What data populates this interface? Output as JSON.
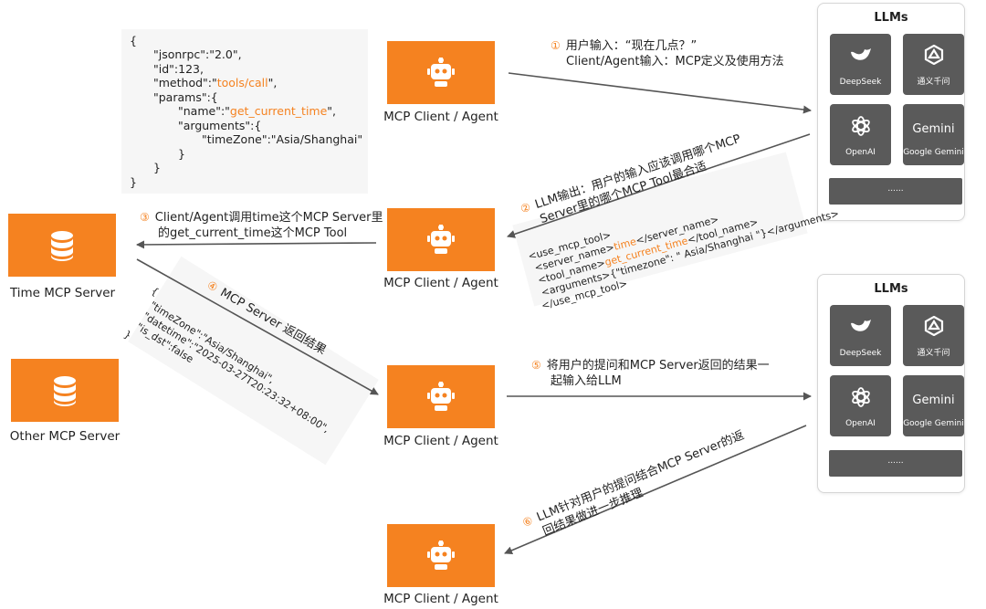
{
  "code_block": {
    "open": "{",
    "jsonrpc_key": "\"jsonrpc\":",
    "jsonrpc_val": "\"2.0\",",
    "id": "\"id\":123,",
    "method_key": "\"method\":",
    "method_val_q1": "\"",
    "method_val": "tools/call",
    "method_val_q2": "\",",
    "params": "\"params\":{",
    "name_key": "\"name\":\"",
    "name_val": "get_current_time",
    "name_end": "\",",
    "arguments": "\"arguments\":{",
    "timezone": "\"timeZone\":\"Asia/Shanghai\"",
    "close1": "}",
    "close2": "}",
    "close3": "}"
  },
  "agents": {
    "label": "MCP Client / Agent"
  },
  "servers": [
    {
      "label": "Time MCP Server"
    },
    {
      "label": "Other MCP Server"
    }
  ],
  "llm_panels": {
    "title": "LLMs",
    "tiles": [
      {
        "label": "DeepSeek",
        "icon": "deepseek-whale-icon"
      },
      {
        "label": "通义千问",
        "icon": "qwen-icon"
      },
      {
        "label": "OpenAI",
        "icon": "openai-icon"
      },
      {
        "label": "Google Gemini",
        "icon": "gemini-icon",
        "wordmark": "Gemini"
      }
    ],
    "more": "......"
  },
  "steps": {
    "s1_num": "①",
    "s1_line1": "用户输入：“现在几点？”",
    "s1_line2": "Client/Agent输入：MCP定义及使用方法",
    "s2_num": "②",
    "s2_line1": "LLM输出：用户的输入应该调用哪个MCP",
    "s2_line2": "Server里的哪个MCP Tool最合适",
    "s3_num": "③",
    "s3_line1": "Client/Agent调用time这个MCP Server里",
    "s3_line2": "的get_current_time这个MCP Tool",
    "s4_num": "④",
    "s4_line1": "MCP Server 返回结果",
    "s5_num": "⑤",
    "s5_line1": "将用户的提问和MCP Server返回的结果一",
    "s5_line2": "起输入给LLM",
    "s6_num": "⑥",
    "s6_line1": "LLM针对用户的提问结合MCP Server的返",
    "s6_line2": "回结果做进一步推理"
  },
  "tool_call": {
    "l1": "<use_mcp_tool>",
    "l2a": "<server_name>",
    "l2b": "time",
    "l2c": "</server_name>",
    "l3a": "<tool_name>",
    "l3b": "get_current_time",
    "l3c": "</tool_name>",
    "l4": "<arguments>{\"timezone\": \" Asia/Shanghai \"}</arguments>",
    "l5": "</use_mcp_tool>"
  },
  "server_result": {
    "l1": "{",
    "l2": "\"timeZone\":\"Asia/Shanghai\",",
    "l3": "\"datetime\":\"2025-03-27T20:23:32+08:00\",",
    "l4": "\"is_dst\":false",
    "l5": "}"
  },
  "colors": {
    "accent": "#f58220",
    "tile": "#5a5a5a",
    "arrow": "#555555"
  }
}
